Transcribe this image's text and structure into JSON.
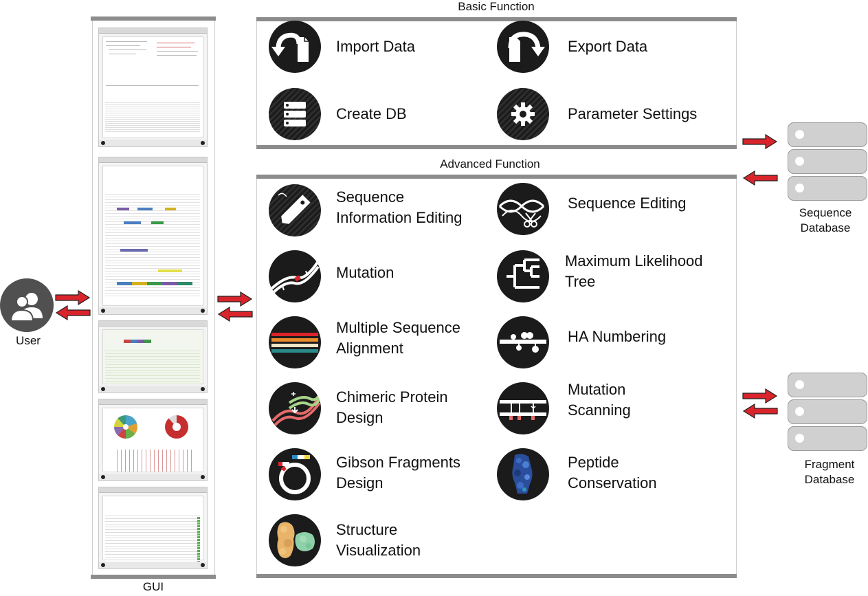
{
  "basic": {
    "title": "Basic Function",
    "items": [
      {
        "label": "Import Data",
        "icon": "import-data-icon"
      },
      {
        "label": "Export Data",
        "icon": "export-data-icon"
      },
      {
        "label": "Create DB",
        "icon": "database-icon"
      },
      {
        "label": "Parameter Settings",
        "icon": "gear-icon"
      }
    ]
  },
  "advanced": {
    "title": "Advanced Function",
    "items": [
      {
        "label1": "Sequence",
        "label2": "Information Editing",
        "icon": "tag-icon"
      },
      {
        "label1": "Sequence Editing",
        "label2": "",
        "icon": "dna-scissors-icon"
      },
      {
        "label1": "Mutation",
        "label2": "",
        "icon": "dna-mutation-icon"
      },
      {
        "label1": "Maximum Likelihood",
        "label2": "Tree",
        "icon": "phylogenetic-tree-icon"
      },
      {
        "label1": "Multiple Sequence",
        "label2": "Alignment",
        "icon": "alignment-icon"
      },
      {
        "label1": "HA Numbering",
        "label2": "",
        "icon": "numbering-icon"
      },
      {
        "label1": "Chimeric Protein",
        "label2": "Design",
        "icon": "chimeric-dna-icon"
      },
      {
        "label1": "Mutation",
        "label2": "Scanning",
        "icon": "scanning-icon"
      },
      {
        "label1": "Gibson Fragments",
        "label2": "Design",
        "icon": "plasmid-icon"
      },
      {
        "label1": "Peptide",
        "label2": "Conservation",
        "icon": "protein-structure-icon"
      },
      {
        "label1": "Structure",
        "label2": "Visualization",
        "icon": "protein-surface-icon"
      }
    ]
  },
  "actors": {
    "user_label": "User",
    "gui_label": "GUI",
    "sequence_db_line1": "Sequence",
    "sequence_db_line2": "Database",
    "fragment_db_line1": "Fragment",
    "fragment_db_line2": "Database"
  },
  "colors": {
    "arrow_fill": "#d9242b",
    "icon_bg": "#1b1b1b",
    "bar": "#8c8c8c",
    "db_disk": "#d0d0d0"
  }
}
